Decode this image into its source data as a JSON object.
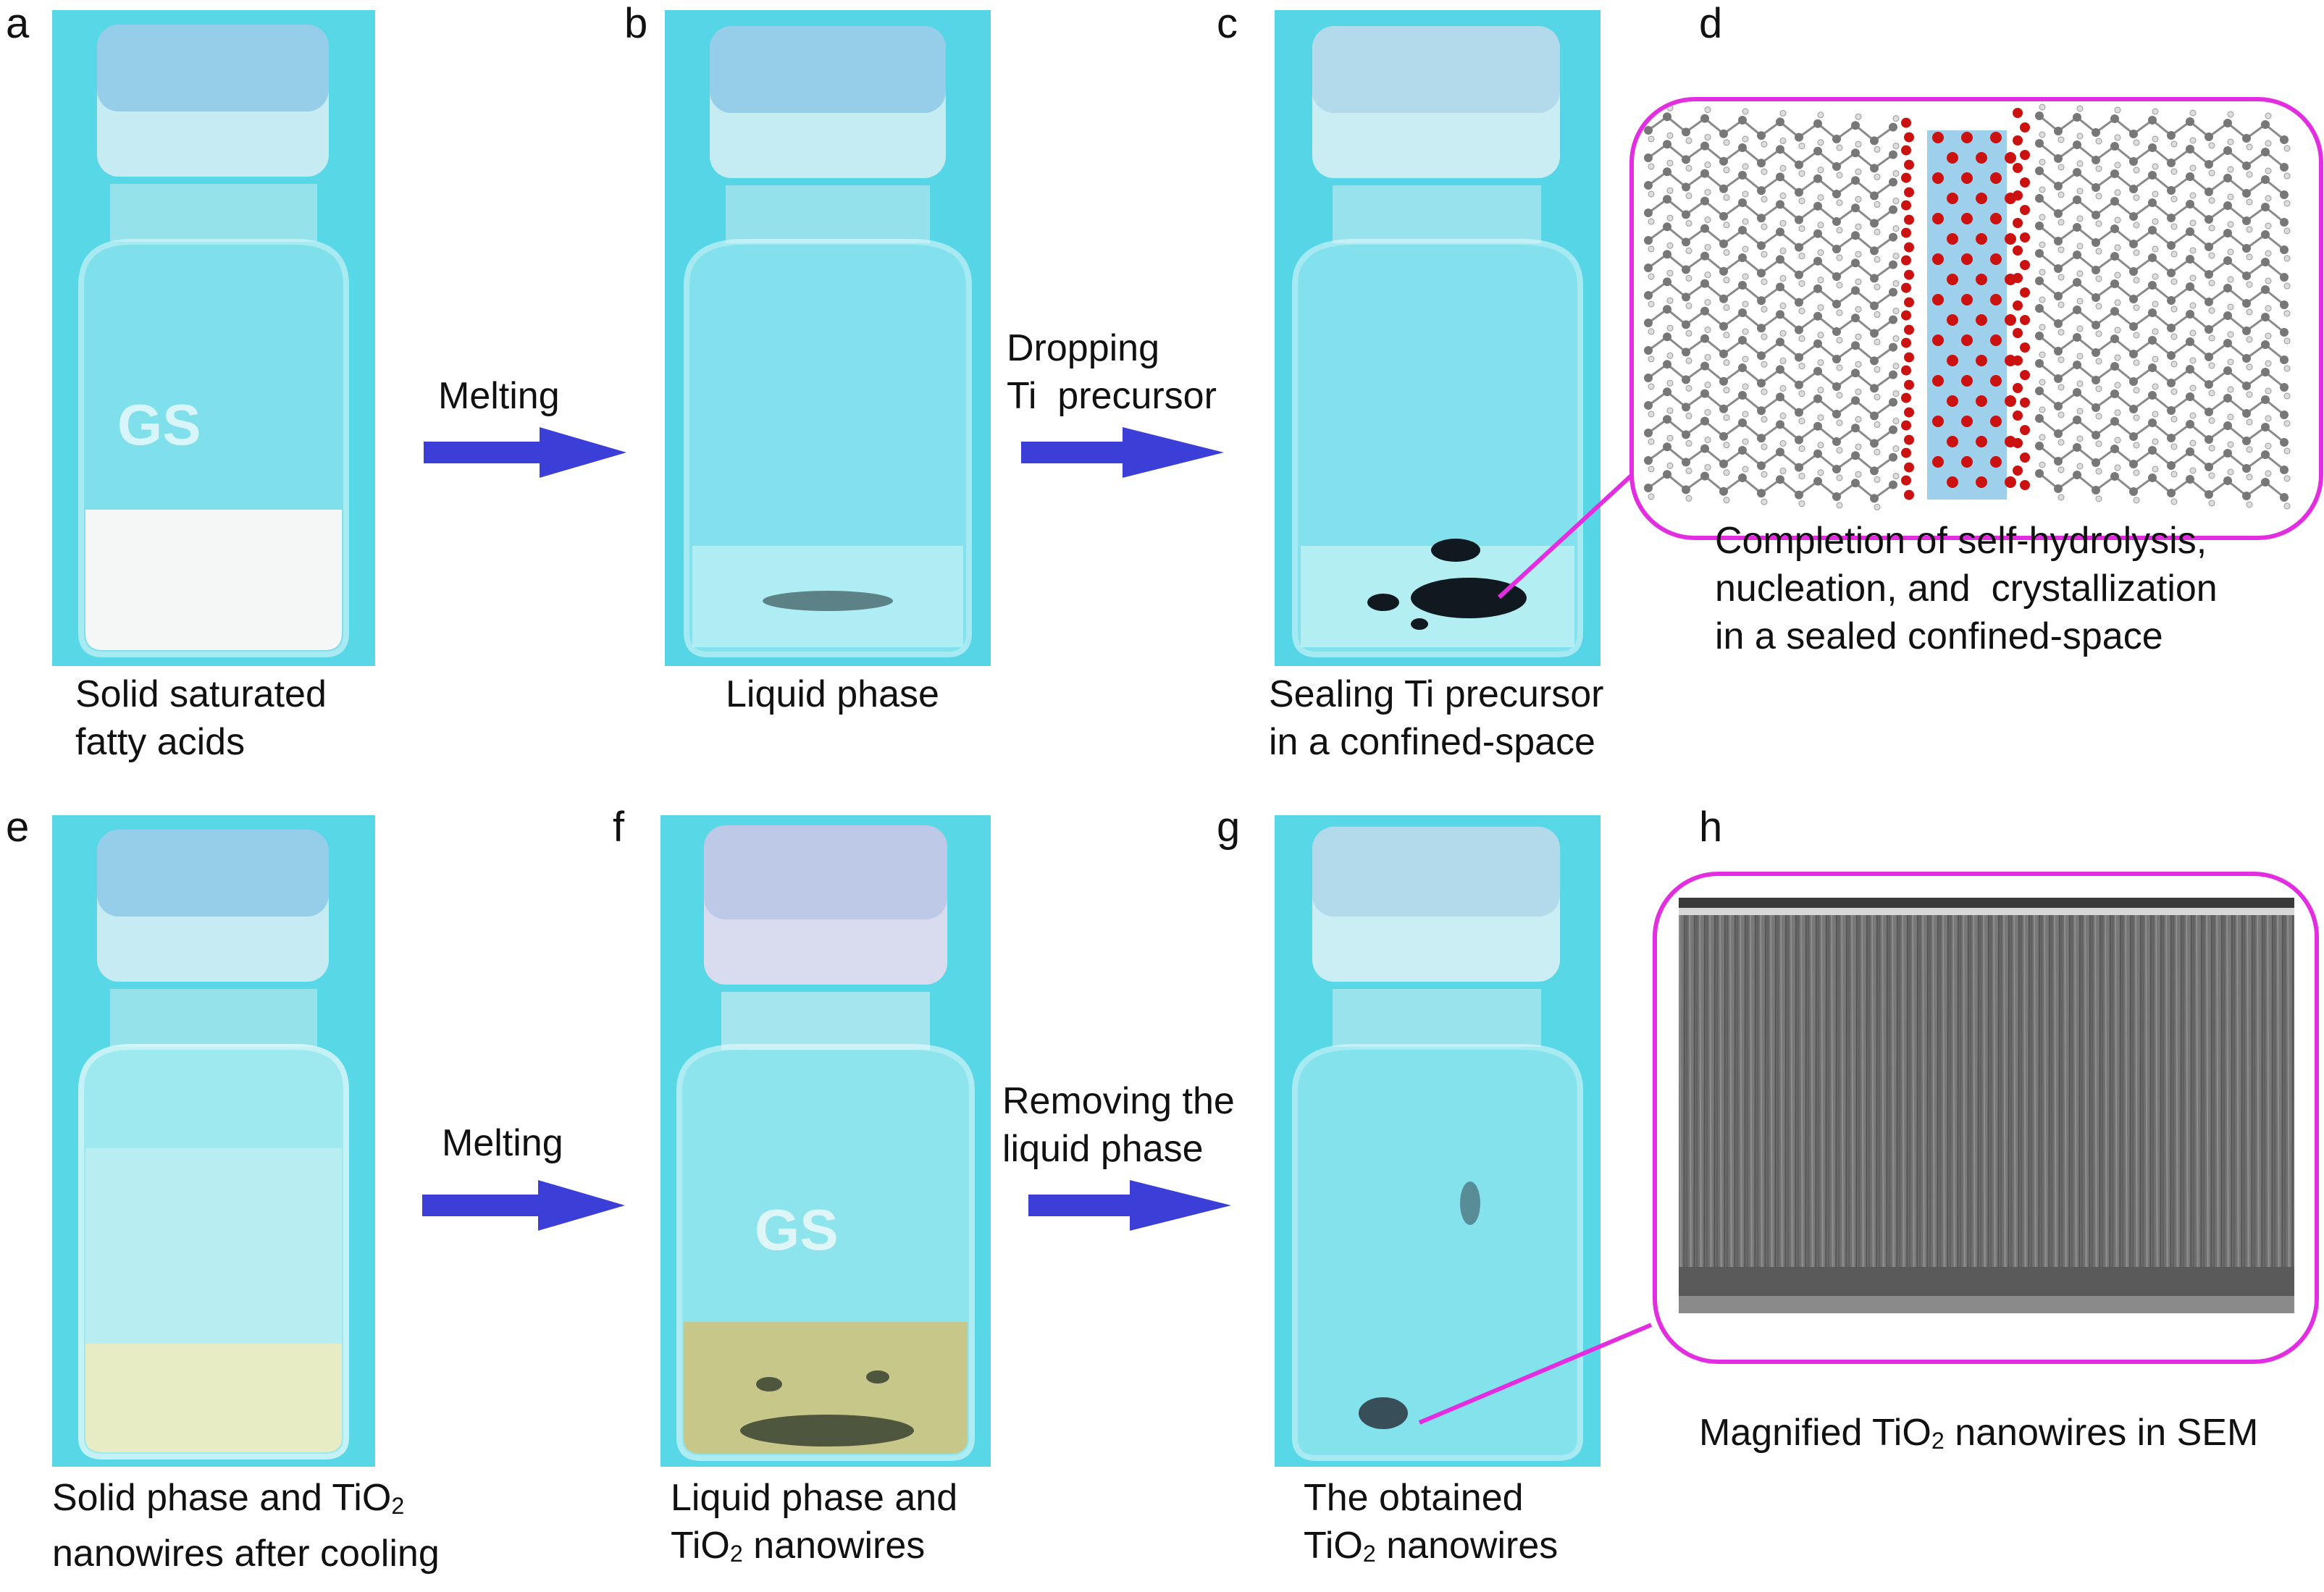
{
  "panels": {
    "a": {
      "letter": "a",
      "caption": "Solid saturated\nfatty acids"
    },
    "b": {
      "letter": "b",
      "caption": "Liquid phase"
    },
    "c": {
      "letter": "c",
      "caption": "Sealing Ti precursor\nin a confined-space"
    },
    "d": {
      "letter": "d",
      "caption": "Completion of self-hydrolysis,\nnucleation, and  crystallization\nin a sealed confined-space"
    },
    "e": {
      "letter": "e",
      "caption_line1_pre": "Solid phase and TiO",
      "caption_line1_sub": "2",
      "caption_line2": "nanowires after cooling"
    },
    "f": {
      "letter": "f",
      "caption_line1": "Liquid phase and",
      "caption_line2_pre": "TiO",
      "caption_line2_sub": "2",
      "caption_line2_post": " nanowires"
    },
    "g": {
      "letter": "g",
      "caption_line1": "The obtained",
      "caption_line2_pre": "TiO",
      "caption_line2_sub": "2",
      "caption_line2_post": " nanowires"
    },
    "h": {
      "letter": "h",
      "caption_pre": "Magnified TiO",
      "caption_sub": "2",
      "caption_post": " nanowires in SEM"
    }
  },
  "steps": {
    "ab": "Melting",
    "bc": "Dropping\nTi  precursor",
    "ef": "Melting",
    "fg": "Removing the\nliquid phase"
  },
  "colors": {
    "background_photo": "#55d6e4",
    "arrow": "#3b3fd8",
    "frame": "#e22ee0",
    "oxygen_atom": "#cc1111",
    "carbon_atom": "#777777",
    "hydrogen_atom": "#dddddd",
    "crystal_band": "#8ec8e8"
  }
}
